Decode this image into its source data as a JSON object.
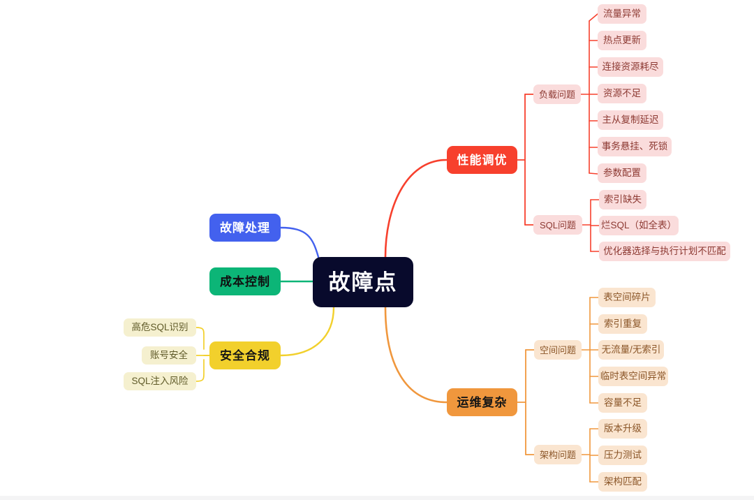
{
  "diagram": {
    "title": "故障点",
    "type": "mindmap"
  },
  "root": {
    "label": "故障点",
    "color": "#080a2c",
    "text_color": "#ffffff"
  },
  "branches": {
    "fault_handling": {
      "label": "故障处理",
      "color": "#4361ee",
      "side": "left"
    },
    "cost_control": {
      "label": "成本控制",
      "color": "#0cb577",
      "side": "left"
    },
    "security_compliance": {
      "label": "安全合规",
      "color": "#f2d02c",
      "side": "left",
      "children": [
        {
          "label": "高危SQL识别"
        },
        {
          "label": "账号安全"
        },
        {
          "label": "SQL注入风险"
        }
      ]
    },
    "performance_tuning": {
      "label": "性能调优",
      "color": "#f7402d",
      "side": "right",
      "categories": [
        {
          "label": "负载问题",
          "children": [
            {
              "label": "流量异常"
            },
            {
              "label": "热点更新"
            },
            {
              "label": "连接资源耗尽"
            },
            {
              "label": "资源不足"
            },
            {
              "label": "主从复制延迟"
            },
            {
              "label": "事务悬挂、死锁"
            },
            {
              "label": "参数配置"
            }
          ]
        },
        {
          "label": "SQL问题",
          "children": [
            {
              "label": "索引缺失"
            },
            {
              "label": "烂SQL（如全表）"
            },
            {
              "label": "优化器选择与执行计划不匹配"
            }
          ]
        }
      ]
    },
    "ops_complexity": {
      "label": "运维复杂",
      "color": "#f0973d",
      "side": "right",
      "categories": [
        {
          "label": "空间问题",
          "children": [
            {
              "label": "表空间碎片"
            },
            {
              "label": "索引重复"
            },
            {
              "label": "无流量/无索引"
            },
            {
              "label": "临时表空间异常"
            },
            {
              "label": "容量不足"
            }
          ]
        },
        {
          "label": "架构问题",
          "children": [
            {
              "label": "版本升级"
            },
            {
              "label": "压力测试"
            },
            {
              "label": "架构匹配"
            }
          ]
        }
      ]
    }
  },
  "colors": {
    "root_bg": "#080a2c",
    "blue": "#4361ee",
    "green": "#0cb577",
    "yellow": "#f2d02c",
    "red": "#f7402d",
    "orange": "#f0973d",
    "pink_chip": "#fadcdc",
    "peach_chip": "#fae5d0",
    "cream_chip": "#f5f0cf",
    "canvas_bg": "#ffffff"
  }
}
